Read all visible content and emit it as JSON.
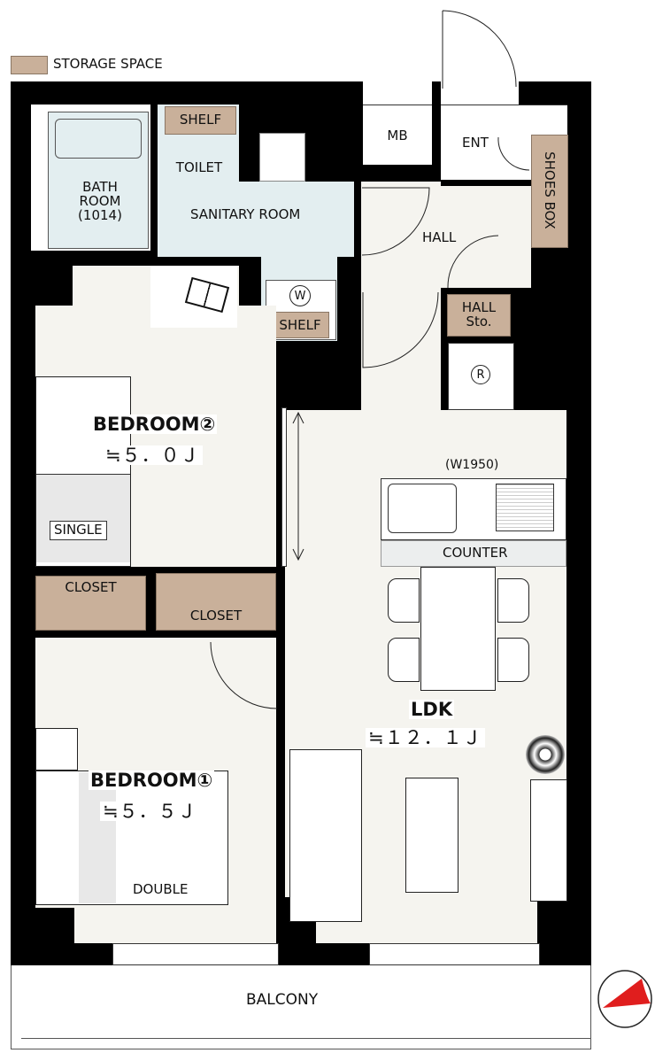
{
  "legend": {
    "label": "STORAGE SPACE",
    "color": "#c9b09a"
  },
  "colors": {
    "wall": "#000000",
    "floor": "#f5f4ef",
    "sanitary": "#e3eef0",
    "storage": "#c9b09a",
    "compass": "#e01e1e"
  },
  "rooms": {
    "bath": {
      "line1": "BATH",
      "line2": "ROOM",
      "code": "(1014)"
    },
    "shelf_top": "SHELF",
    "toilet": "TOILET",
    "sanitary": "SANITARY ROOM",
    "washer": "W",
    "shelf_bottom": "SHELF",
    "mb": "MB",
    "ent": "ENT",
    "shoes_box": "SHOES BOX",
    "hall": "HALL",
    "hall_storage": {
      "line1": "HALL",
      "line2": "Sto."
    },
    "fridge": "R",
    "bedroom2": {
      "name": "BEDROOM②",
      "area": "≒５．０Ｊ",
      "bed": "SINGLE"
    },
    "closet_left": "CLOSET",
    "closet_right": "CLOSET",
    "kitchen": {
      "width": "(W1950)",
      "counter": "COUNTER"
    },
    "ldk": {
      "name": "LDK",
      "area": "≒１２．１Ｊ"
    },
    "bedroom1": {
      "name": "BEDROOM①",
      "area": "≒５．５Ｊ",
      "bed": "DOUBLE"
    },
    "balcony": "BALCONY"
  }
}
